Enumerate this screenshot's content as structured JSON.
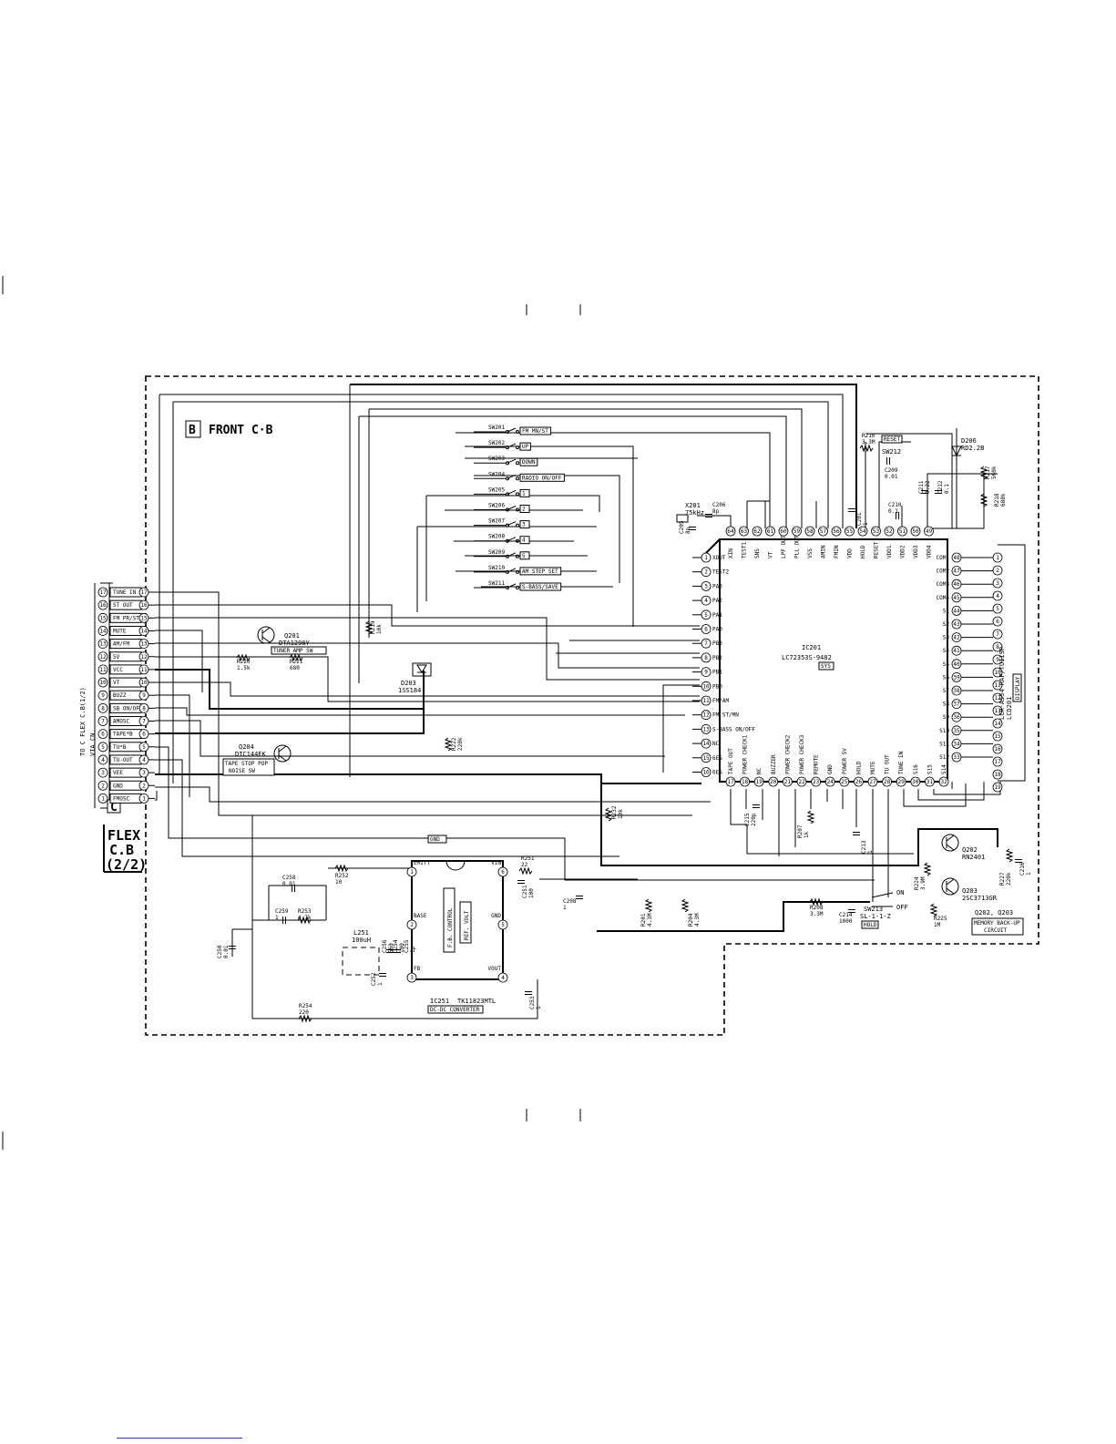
{
  "board": {
    "letter": "B",
    "title": "FRONT C·B"
  },
  "flex": {
    "letter": "C",
    "line1": "FLEX",
    "line2": "C.B",
    "line3": "(2/2)",
    "side_note": "TO C FLEX C.B(1/2)",
    "side_note2": "VIA CN"
  },
  "connector_pins": [
    {
      "n": "17",
      "label": "TUNE IN"
    },
    {
      "n": "16",
      "label": "ST OUT"
    },
    {
      "n": "15",
      "label": "FM PR/ST"
    },
    {
      "n": "14",
      "label": "MUTE"
    },
    {
      "n": "13",
      "label": "AM/FM"
    },
    {
      "n": "12",
      "label": "5V"
    },
    {
      "n": "11",
      "label": "VCC"
    },
    {
      "n": "10",
      "label": "VT"
    },
    {
      "n": "9",
      "label": "BUZZ"
    },
    {
      "n": "8",
      "label": "SB ON/OFF"
    },
    {
      "n": "7",
      "label": "AMOSC"
    },
    {
      "n": "6",
      "label": "TAPE*B"
    },
    {
      "n": "5",
      "label": "TU*B"
    },
    {
      "n": "4",
      "label": "TU-OUT"
    },
    {
      "n": "3",
      "label": "VEE"
    },
    {
      "n": "2",
      "label": "GND"
    },
    {
      "n": "1",
      "label": "FMOSC"
    }
  ],
  "switches": [
    {
      "ref": "SW201",
      "label": "FM MN/ST"
    },
    {
      "ref": "SW202",
      "label": "UP"
    },
    {
      "ref": "SW203",
      "label": "DOWN"
    },
    {
      "ref": "SW204",
      "label": "RADIO ON/OFF"
    },
    {
      "ref": "SW205",
      "label": "1"
    },
    {
      "ref": "SW206",
      "label": "2"
    },
    {
      "ref": "SW207",
      "label": "3"
    },
    {
      "ref": "SW208",
      "label": "4"
    },
    {
      "ref": "SW209",
      "label": "5"
    },
    {
      "ref": "SW210",
      "label": "AM STEP SET"
    },
    {
      "ref": "SW211",
      "label": "S-BASS/SAVE"
    }
  ],
  "ic201": {
    "ref": "IC201",
    "part": "LC72353S-9482",
    "tag": "SYS",
    "left_pins": [
      {
        "n": "1",
        "label": "XOUT"
      },
      {
        "n": "2",
        "label": "TEST2"
      },
      {
        "n": "3",
        "label": "PA3"
      },
      {
        "n": "4",
        "label": "PA2"
      },
      {
        "n": "5",
        "label": "PA1"
      },
      {
        "n": "6",
        "label": "PA0"
      },
      {
        "n": "7",
        "label": "PB3"
      },
      {
        "n": "8",
        "label": "PB2"
      },
      {
        "n": "9",
        "label": "PB1"
      },
      {
        "n": "10",
        "label": "PB0"
      },
      {
        "n": "11",
        "label": "FM/AM"
      },
      {
        "n": "12",
        "label": "FM ST/MN"
      },
      {
        "n": "13",
        "label": "S-BASS ON/OFF"
      },
      {
        "n": "14",
        "label": "NC"
      },
      {
        "n": "15",
        "label": "6ES"
      },
      {
        "n": "16",
        "label": "6ES"
      }
    ],
    "bottom_pins": [
      {
        "n": "17",
        "label": "TAPE OUT"
      },
      {
        "n": "18",
        "label": "POWER CHECK1"
      },
      {
        "n": "19",
        "label": "NC"
      },
      {
        "n": "20",
        "label": "BUZZER"
      },
      {
        "n": "21",
        "label": "POWER CHECK2"
      },
      {
        "n": "22",
        "label": "POWER CHECK3"
      },
      {
        "n": "23",
        "label": "REMOTE"
      },
      {
        "n": "24",
        "label": "GND"
      },
      {
        "n": "25",
        "label": "POWER 5V"
      },
      {
        "n": "26",
        "label": "HOLD"
      },
      {
        "n": "27",
        "label": "MUTE"
      },
      {
        "n": "28",
        "label": "TU OUT"
      },
      {
        "n": "29",
        "label": "TUNE IN"
      },
      {
        "n": "30",
        "label": "S16"
      },
      {
        "n": "31",
        "label": "S15"
      },
      {
        "n": "32",
        "label": "S14"
      }
    ],
    "right_pins": [
      {
        "n": "48",
        "label": "COM1"
      },
      {
        "n": "47",
        "label": "COM2"
      },
      {
        "n": "46",
        "label": "COM3"
      },
      {
        "n": "45",
        "label": "COM4"
      },
      {
        "n": "44",
        "label": "S1"
      },
      {
        "n": "43",
        "label": "S2"
      },
      {
        "n": "42",
        "label": "S3"
      },
      {
        "n": "41",
        "label": "S4"
      },
      {
        "n": "40",
        "label": "S5"
      },
      {
        "n": "39",
        "label": "S6"
      },
      {
        "n": "38",
        "label": "S7"
      },
      {
        "n": "37",
        "label": "S8"
      },
      {
        "n": "36",
        "label": "S9"
      },
      {
        "n": "35",
        "label": "S10"
      },
      {
        "n": "34",
        "label": "S11"
      },
      {
        "n": "33",
        "label": "S12"
      }
    ],
    "top_pins": [
      {
        "n": "64",
        "label": "XIN"
      },
      {
        "n": "63",
        "label": "TEST1"
      },
      {
        "n": "62",
        "label": "SNS"
      },
      {
        "n": "61",
        "label": "VT"
      },
      {
        "n": "60",
        "label": "LPF OUT"
      },
      {
        "n": "59",
        "label": "PLL OUT"
      },
      {
        "n": "58",
        "label": "VSS"
      },
      {
        "n": "57",
        "label": "AMIN"
      },
      {
        "n": "56",
        "label": "FMIN"
      },
      {
        "n": "55",
        "label": "VDD"
      },
      {
        "n": "54",
        "label": "HOLD"
      },
      {
        "n": "53",
        "label": "RESET"
      },
      {
        "n": "52",
        "label": "VDD1"
      },
      {
        "n": "51",
        "label": "VDD2"
      },
      {
        "n": "50",
        "label": "VDD3"
      },
      {
        "n": "49",
        "label": "VDD4"
      }
    ]
  },
  "lcd": {
    "ref": "LCD201",
    "part": "LCR-A554 RAP/TUI19P",
    "tag": "DISPLAY",
    "pins": [
      "1",
      "2",
      "3",
      "4",
      "5",
      "6",
      "7",
      "8",
      "9",
      "10",
      "11",
      "12",
      "13",
      "14",
      "15",
      "16",
      "17",
      "18",
      "19"
    ]
  },
  "ic251": {
    "ref": "IC251",
    "part": "TK11823MTL",
    "tag": "DC-DC CONVERTER",
    "pins": [
      {
        "n": "1",
        "label": "EMITT"
      },
      {
        "n": "2",
        "label": "BASE"
      },
      {
        "n": "3",
        "label": "FB"
      },
      {
        "n": "4",
        "label": "VOUT"
      },
      {
        "n": "5",
        "label": "GND"
      },
      {
        "n": "6",
        "label": "VIN"
      }
    ],
    "blocks": [
      "F.B. CONTROL",
      "REF. VOLT"
    ]
  },
  "components": {
    "q201": {
      "ref": "Q201",
      "part": "DTA1298Y",
      "tag": "TUNER AMP SW"
    },
    "q204": {
      "ref": "Q204",
      "part": "DTC144EK",
      "tag1": "TAPE STOP POP",
      "tag2": "NOISE SW"
    },
    "q202": {
      "ref": "Q202",
      "part": "RN2401"
    },
    "q203": {
      "ref": "Q203",
      "part": "2SC3713GR"
    },
    "d203": {
      "ref": "D203",
      "part": "1SS184"
    },
    "d206": {
      "ref": "D206",
      "part": "RD2.2B"
    },
    "x201": {
      "ref": "X201",
      "part": "75kHz"
    },
    "l251": {
      "ref": "L251",
      "part": "100uH"
    },
    "sw212": {
      "ref": "SW212",
      "tag": "RESET"
    },
    "sw213": {
      "ref": "SW213",
      "part": "SL-1-1-Z",
      "tag": "HOLD",
      "on": "ON",
      "off": "OFF"
    },
    "backup": {
      "ref": "Q202, Q203",
      "line1": "MEMORY BACK-UP",
      "line2": "CIRCUIT"
    },
    "gnd_tag": "GND",
    "r210": {
      "ref": "R210",
      "value": "3.3M"
    },
    "r217": {
      "ref": "R217",
      "value": "560k"
    },
    "r218": {
      "ref": "R218",
      "value": "680k"
    },
    "r219": {
      "ref": "R219",
      "value": "10k"
    },
    "r220": {
      "ref": "R220",
      "value": "1.5k"
    },
    "r221": {
      "ref": "R221",
      "value": "680"
    },
    "r222": {
      "ref": "R222",
      "value": "220k"
    },
    "r232": {
      "ref": "R232",
      "value": "10k"
    },
    "r207": {
      "ref": "R207",
      "value": "1k"
    },
    "r201": {
      "ref": "R201",
      "value": "4.3M"
    },
    "r204": {
      "ref": "R204",
      "value": "4.3M"
    },
    "r208": {
      "ref": "R208",
      "value": "3.3M"
    },
    "r224": {
      "ref": "R224",
      "value": "3.9M"
    },
    "r225": {
      "ref": "R225",
      "value": "1M"
    },
    "r227": {
      "ref": "R227",
      "value": "220k"
    },
    "r251": {
      "ref": "R251",
      "value": "22"
    },
    "r252": {
      "ref": "R252",
      "value": "10"
    },
    "r253": {
      "ref": "R253",
      "value": "4.7k"
    },
    "r254": {
      "ref": "R254",
      "value": "220"
    },
    "c201": {
      "ref": "C201",
      "value": "1"
    },
    "c205": {
      "ref": "C205",
      "value": "8p"
    },
    "c206": {
      "ref": "C206",
      "value": "8p"
    },
    "c208": {
      "ref": "C208",
      "value": "1"
    },
    "c209": {
      "ref": "C209",
      "value": "0.01"
    },
    "c210": {
      "ref": "C210",
      "value": "0.1"
    },
    "c211": {
      "ref": "C211",
      "value": "0.22"
    },
    "c212": {
      "ref": "C212",
      "value": "0.1"
    },
    "c213": {
      "ref": "C213",
      "value": "1"
    },
    "c214": {
      "ref": "C214",
      "value": "1000"
    },
    "c215": {
      "ref": "C215",
      "value": "220p"
    },
    "c216": {
      "ref": "C216",
      "value": "1"
    },
    "c250": {
      "ref": "C250",
      "value": "0.01"
    },
    "c251": {
      "ref": "C251",
      "value": "100"
    },
    "c252": {
      "ref": "C252",
      "value": "1"
    },
    "c253": {
      "ref": "C253",
      "value": "1"
    },
    "c254": {
      "ref": "C254",
      "value": "100"
    },
    "c255": {
      "ref": "C255",
      "value": "1p"
    },
    "c256": {
      "ref": "C256",
      "value": "560"
    },
    "c258": {
      "ref": "C258",
      "value": "0.01"
    },
    "c259": {
      "ref": "C259",
      "value": "1"
    }
  }
}
